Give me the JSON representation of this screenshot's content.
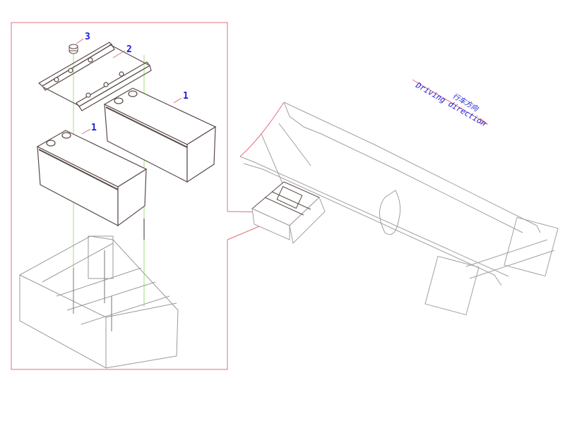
{
  "diagram": {
    "type": "exploded-parts-view",
    "subject": "Battery assembly mounted on truck chassis frame",
    "colors": {
      "background": "#ffffff",
      "detail_frame": "#e0707a",
      "callout_text": "#1a1adb",
      "leader_line": "#e0707a",
      "axis_line": "#9be07a",
      "part_stroke": "#5a4a48",
      "chassis_stroke": "#9a9a9a"
    },
    "callouts": [
      {
        "number": "3",
        "part": "nut"
      },
      {
        "number": "2",
        "part": "battery hold-down frame"
      },
      {
        "number": "1",
        "part": "battery (rear)"
      },
      {
        "number": "1",
        "part": "battery (front)"
      }
    ],
    "driving_direction": {
      "label_en": "Driving direction",
      "label_cn": "行车方向"
    }
  }
}
